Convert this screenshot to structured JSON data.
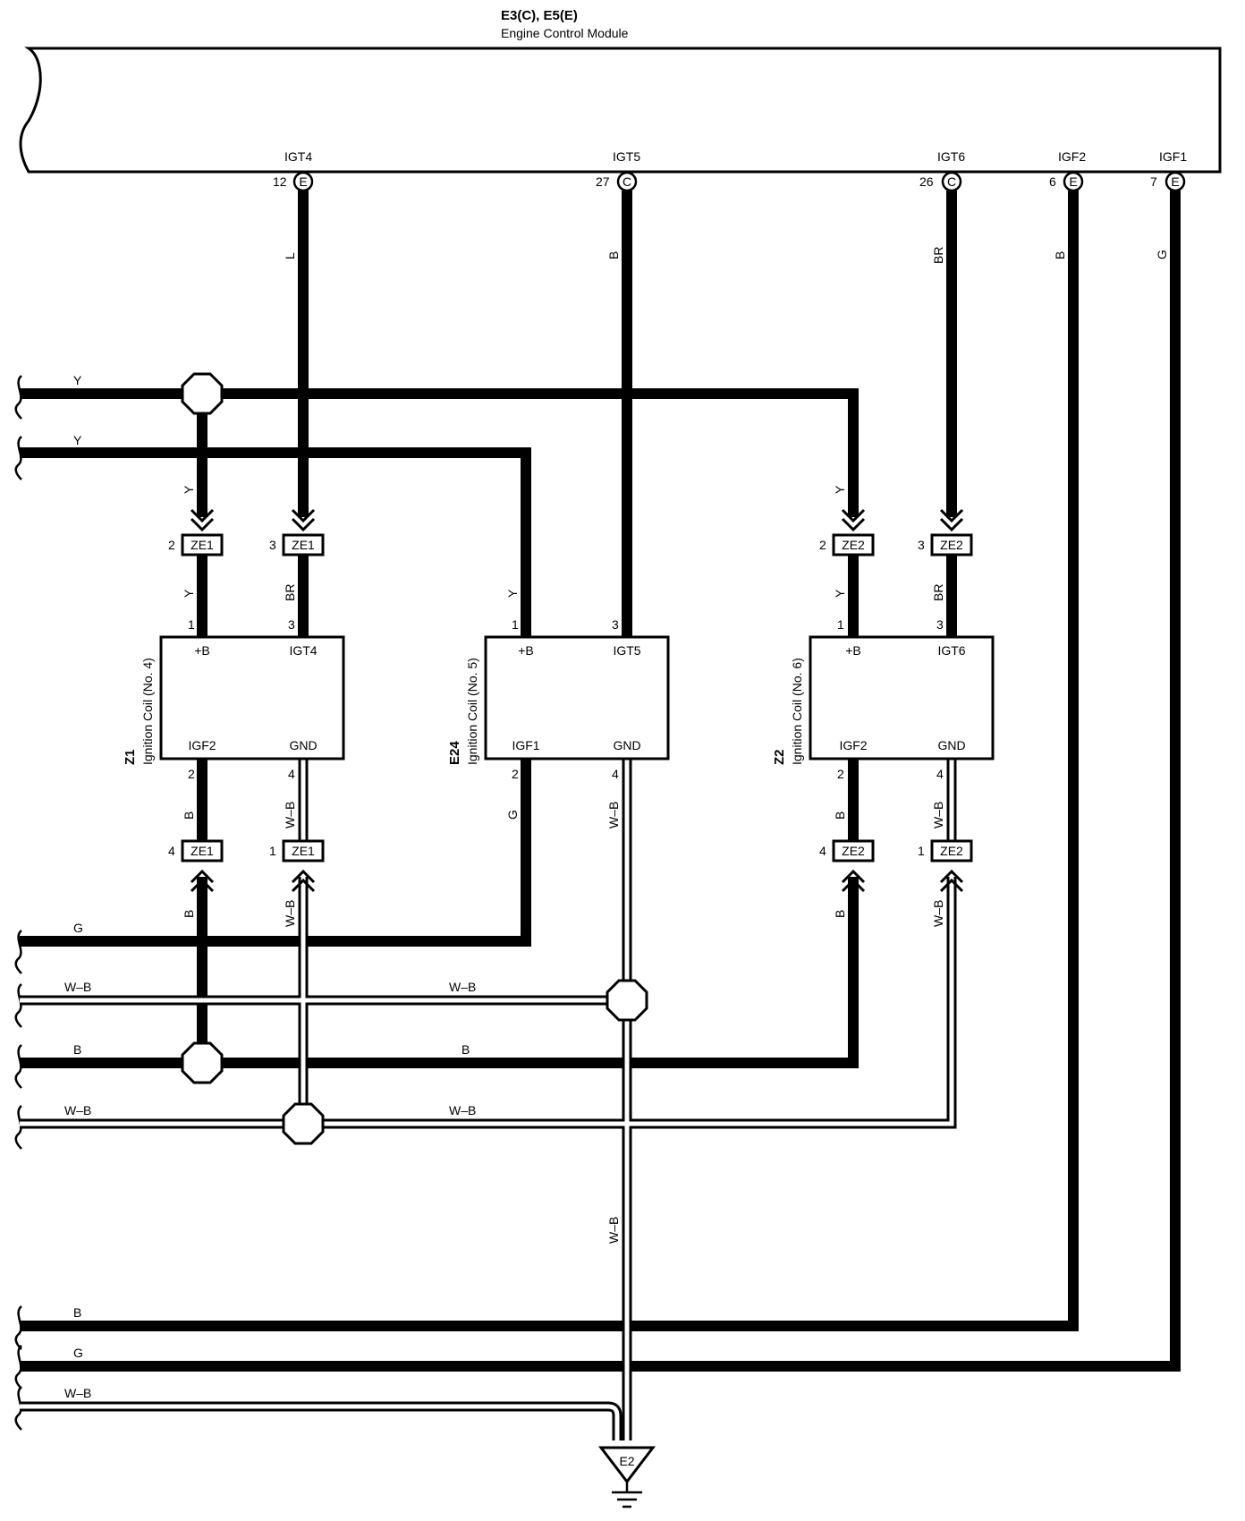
{
  "ecm": {
    "connectors": "E3(C), E5(E)",
    "name": "Engine Control Module",
    "pins": [
      {
        "signal": "IGT4",
        "pin": "12",
        "conn": "E"
      },
      {
        "signal": "IGT5",
        "pin": "27",
        "conn": "C"
      },
      {
        "signal": "IGT6",
        "pin": "26",
        "conn": "C"
      },
      {
        "signal": "IGF2",
        "pin": "6",
        "conn": "E"
      },
      {
        "signal": "IGF1",
        "pin": "7",
        "conn": "E"
      }
    ]
  },
  "coils": [
    {
      "id": "Z1",
      "name": "Ignition Coil (No. 4)",
      "tl": "+B",
      "tr": "IGT4",
      "bl": "IGF2",
      "br": "GND",
      "p_tl": "1",
      "p_tr": "3",
      "p_bl": "2",
      "p_br": "4"
    },
    {
      "id": "E24",
      "name": "Ignition Coil (No. 5)",
      "tl": "+B",
      "tr": "IGT5",
      "bl": "IGF1",
      "br": "GND",
      "p_tl": "1",
      "p_tr": "3",
      "p_bl": "2",
      "p_br": "4"
    },
    {
      "id": "Z2",
      "name": "Ignition Coil (No. 6)",
      "tl": "+B",
      "tr": "IGT6",
      "bl": "IGF2",
      "br": "GND",
      "p_tl": "1",
      "p_tr": "3",
      "p_bl": "2",
      "p_br": "4"
    }
  ],
  "junctions": [
    {
      "code": "ZE1",
      "pin": "2"
    },
    {
      "code": "ZE1",
      "pin": "3"
    },
    {
      "code": "ZE2",
      "pin": "2"
    },
    {
      "code": "ZE2",
      "pin": "3"
    },
    {
      "code": "ZE1",
      "pin": "4"
    },
    {
      "code": "ZE1",
      "pin": "1"
    },
    {
      "code": "ZE2",
      "pin": "4"
    },
    {
      "code": "ZE2",
      "pin": "1"
    }
  ],
  "wire_colors": {
    "ecm_igt4": "L",
    "ecm_igt5": "B",
    "ecm_igt6": "BR",
    "ecm_igf2": "B",
    "ecm_igf1": "G",
    "left_y1": "Y",
    "left_y2": "Y",
    "drop_z1_y": "Y",
    "drop_z2_y": "Y",
    "z1_b_top": "Y",
    "z1_igt_top": "BR",
    "e24_b_top": "Y",
    "z2_b_top": "Y",
    "z2_igt_top": "BR",
    "z1_igf_bot": "B",
    "z1_gnd_bot": "W–B",
    "e24_igf_bot": "G",
    "e24_gnd_bot": "W–B",
    "z2_igf_bot": "B",
    "z2_gnd_bot": "W–B",
    "z1_b_low": "B",
    "z1_wb_low": "W–B",
    "z2_b_low": "B",
    "z2_wb_low": "W–B",
    "left_g": "G",
    "left_wb1": "W–B",
    "mid_wb1": "W–B",
    "left_b": "B",
    "mid_b": "B",
    "left_wb2": "W–B",
    "mid_wb2": "W–B",
    "e2_down": "W–B",
    "bottom_b": "B",
    "bottom_g": "G",
    "bottom_wb": "W–B"
  },
  "ground": "E2"
}
